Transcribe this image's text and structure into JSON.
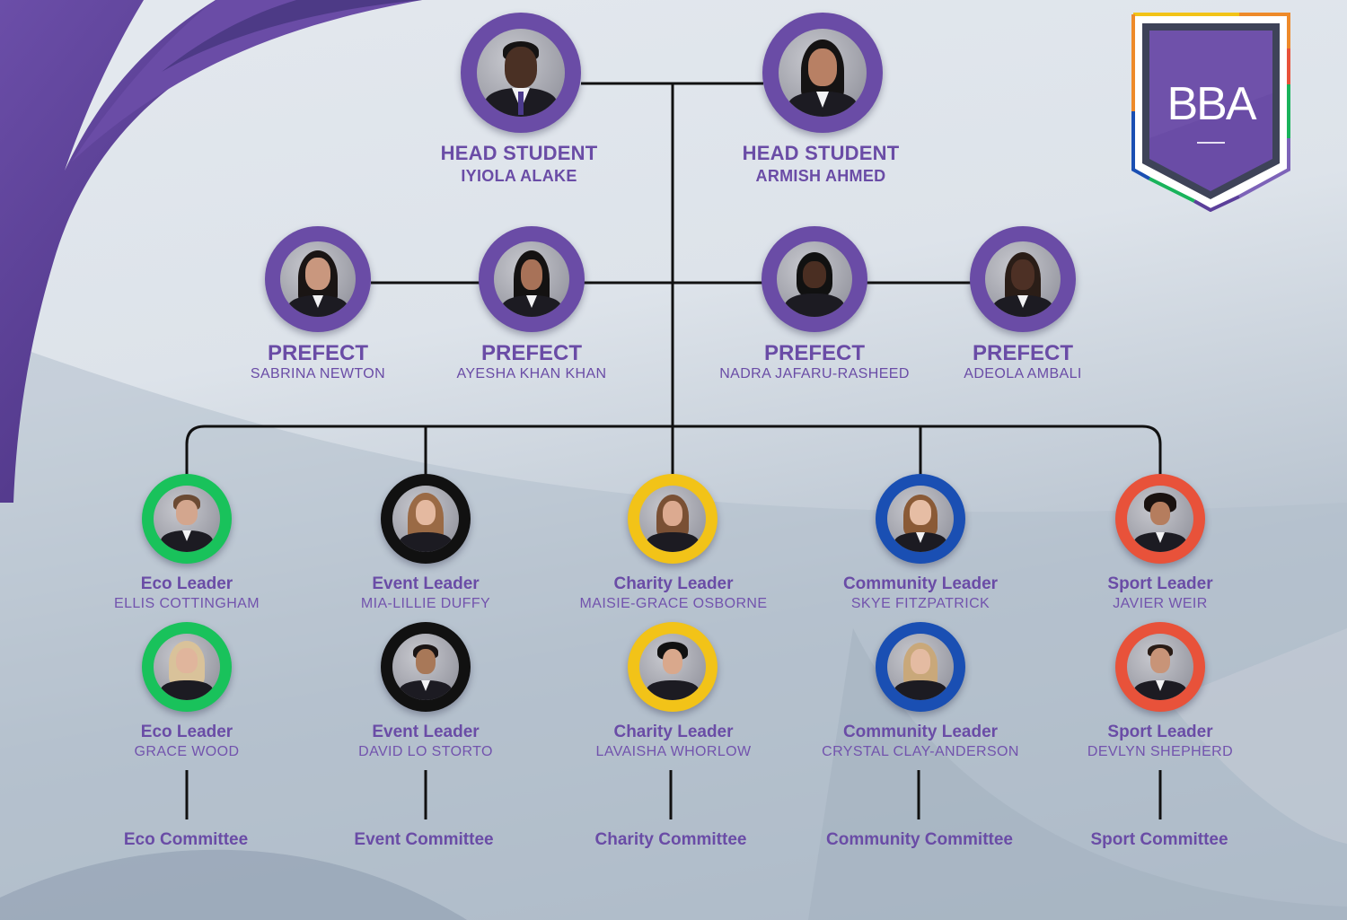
{
  "logo": {
    "text": "BBA",
    "shield_color": "#6a4ca6",
    "frame_color": "#3e4358"
  },
  "colors": {
    "accent_purple": "#6a4ca6",
    "connector": "#111111",
    "eco": "#19c25b",
    "event": "#111111",
    "charity": "#f2c318",
    "community": "#1a4fb3",
    "sport": "#e8523a"
  },
  "head_students": [
    {
      "role": "HEAD STUDENT",
      "name": "IYIOLA ALAKE"
    },
    {
      "role": "HEAD STUDENT",
      "name": "ARMISH AHMED"
    }
  ],
  "prefects": [
    {
      "role": "PREFECT",
      "name": "SABRINA NEWTON"
    },
    {
      "role": "PREFECT",
      "name": "AYESHA KHAN KHAN"
    },
    {
      "role": "PREFECT",
      "name": "NADRA JAFARU-RASHEED"
    },
    {
      "role": "PREFECT",
      "name": "ADEOLA AMBALI"
    }
  ],
  "groups": [
    {
      "key": "eco",
      "leaders": [
        {
          "role": "Eco Leader",
          "name": "ELLIS COTTINGHAM"
        },
        {
          "role": "Eco Leader",
          "name": "GRACE WOOD"
        }
      ],
      "committee": "Eco Committee"
    },
    {
      "key": "event",
      "leaders": [
        {
          "role": "Event Leader",
          "name": "MIA-LILLIE DUFFY"
        },
        {
          "role": "Event Leader",
          "name": "DAVID LO STORTO"
        }
      ],
      "committee": "Event Committee"
    },
    {
      "key": "charity",
      "leaders": [
        {
          "role": "Charity Leader",
          "name": "MAISIE-GRACE OSBORNE"
        },
        {
          "role": "Charity Leader",
          "name": "LAVAISHA WHORLOW"
        }
      ],
      "committee": "Charity Committee"
    },
    {
      "key": "community",
      "leaders": [
        {
          "role": "Community Leader",
          "name": "SKYE FITZPATRICK"
        },
        {
          "role": "Community Leader",
          "name": "CRYSTAL CLAY-ANDERSON"
        }
      ],
      "committee": "Community Committee"
    },
    {
      "key": "sport",
      "leaders": [
        {
          "role": "Sport Leader",
          "name": "JAVIER WEIR"
        },
        {
          "role": "Sport Leader",
          "name": "DEVLYN SHEPHERD"
        }
      ],
      "committee": "Sport Committee"
    }
  ]
}
